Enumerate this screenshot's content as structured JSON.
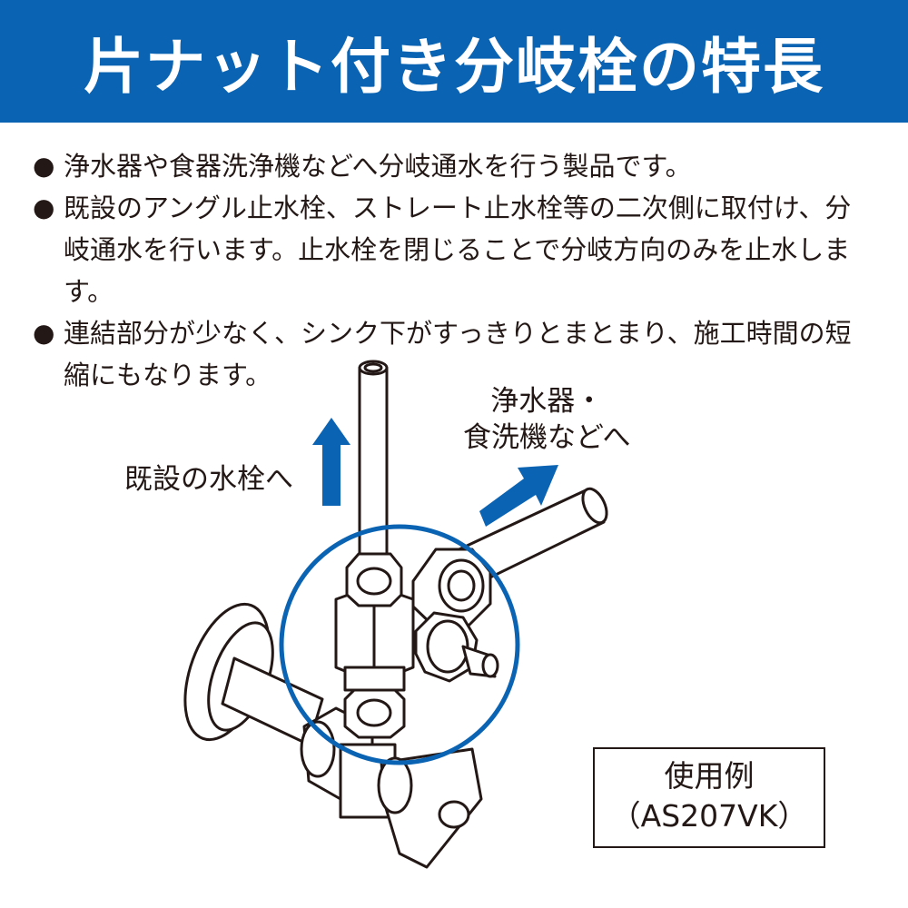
{
  "header": {
    "title": "片ナット付き分岐栓の特長",
    "background": "#0b64b3"
  },
  "bullet_mark": "●",
  "bullets": [
    "浄水器や食器洗浄機などへ分岐通水を行う製品です。",
    "既設のアングル止水栓、ストレート止水栓等の二次側に取付け、分岐通水を行います。止水栓を閉じることで分岐方向のみを止水します。",
    "連結部分が少なく、シンク下がすっきりとまとまり、施工時間の短縮にもなります。"
  ],
  "diagram": {
    "label_existing": "既設の水栓へ",
    "label_purifier_line1": "浄水器・",
    "label_purifier_line2": "食洗機などへ",
    "arrow_color": "#0b64b3",
    "highlight_circle_color": "#0b64b3"
  },
  "example": {
    "line1": "使用例",
    "line2": "（AS207VK）"
  }
}
